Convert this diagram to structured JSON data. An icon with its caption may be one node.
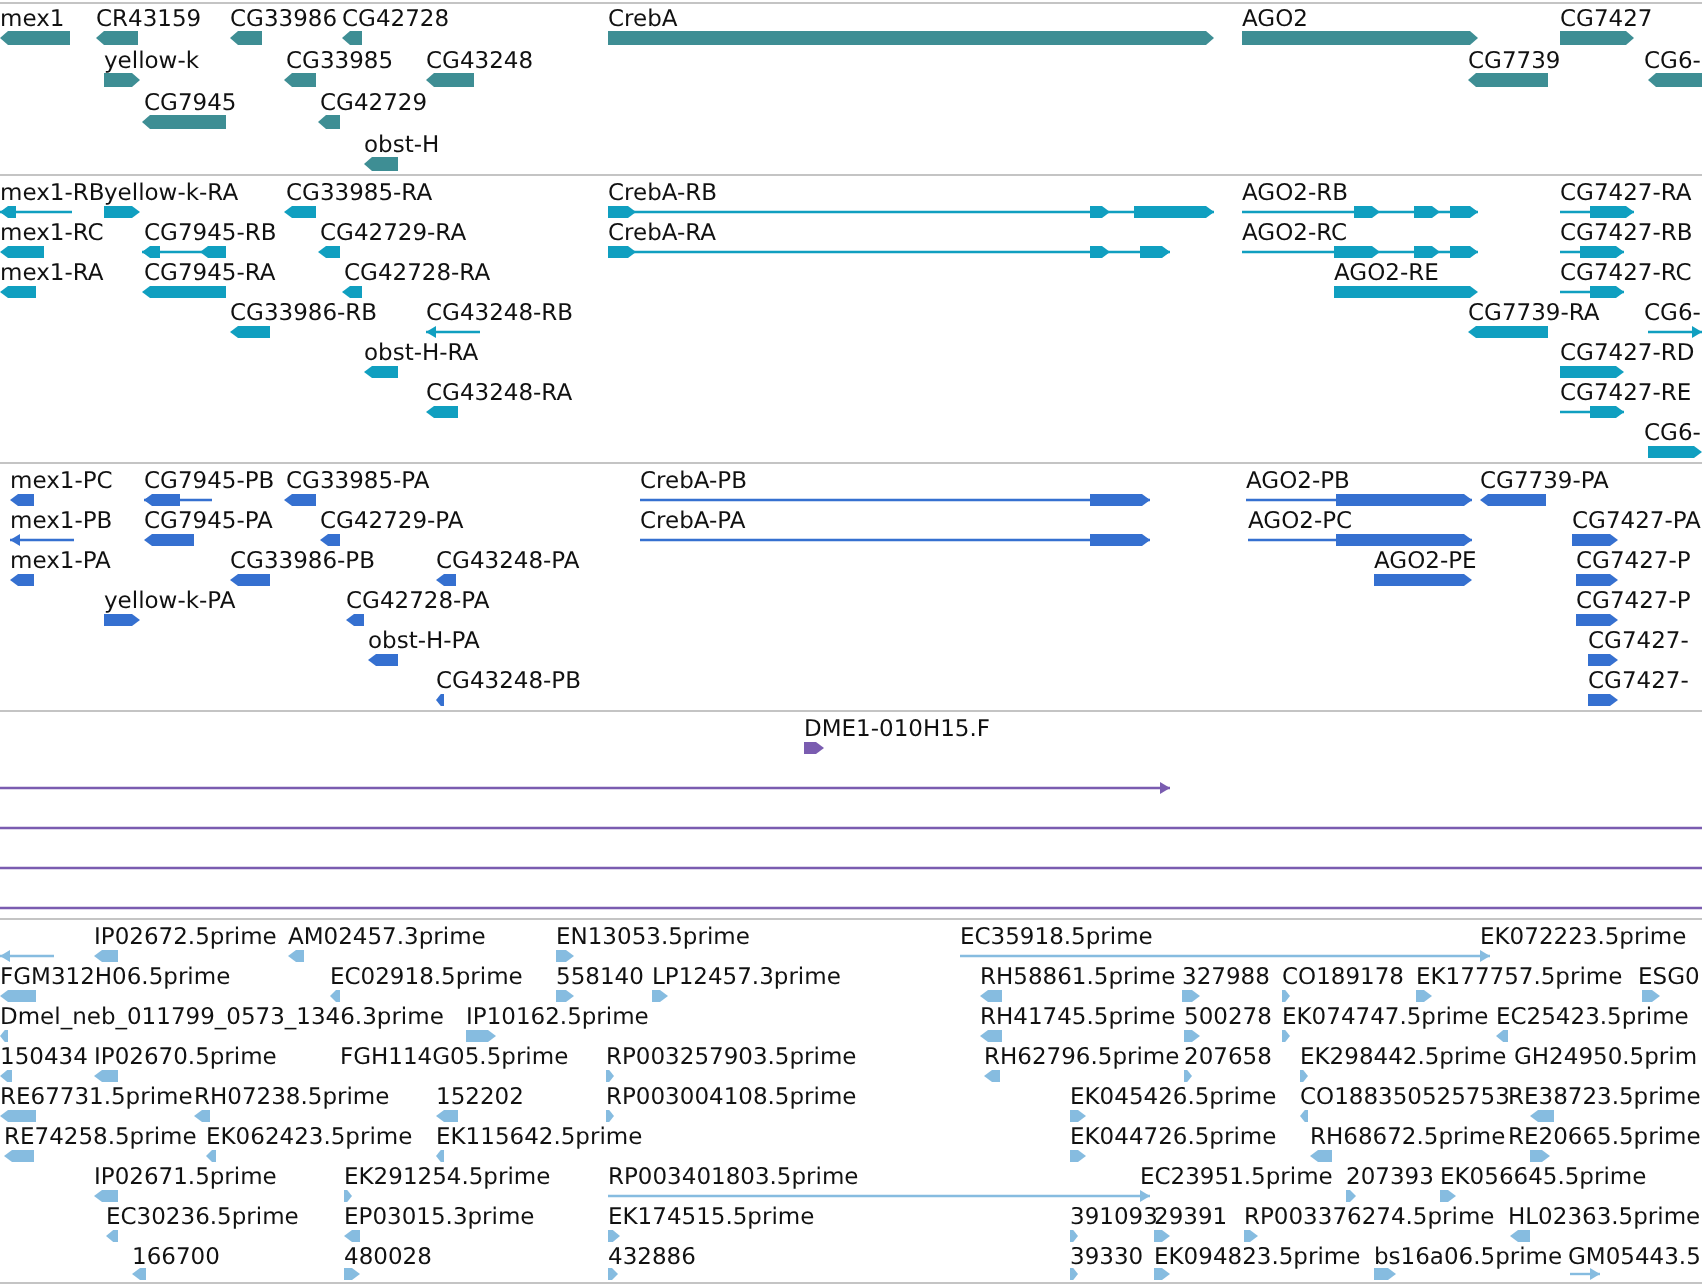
{
  "diagram": {
    "labels": [
      "mex1",
      "CR43159",
      "CG33986",
      "CG42728",
      "CrebA",
      "AGO2",
      "CG7427",
      "yellow-k",
      "CG33985",
      "CG43248",
      "CG7739",
      "CG6-",
      "CG7945",
      "CG42729",
      "obst-H",
      "mex1-RB",
      "yellow-k-RA",
      "CG33985-RA",
      "CrebA-RB",
      "AGO2-RB",
      "CG7427-RA",
      "mex1-RC",
      "CG7945-RB",
      "CG42729-RA",
      "CrebA-RA",
      "AGO2-RC",
      "CG7427-RB",
      "mex1-RA",
      "CG7945-RA",
      "CG42728-RA",
      "AGO2-RE",
      "CG7427-RC",
      "CG33986-RB",
      "CG43248-RB",
      "CG7739-RA",
      "CG6-",
      "obst-H-RA",
      "CG7427-RD",
      "CG43248-RA",
      "CG7427-RE",
      "CG6-",
      "mex1-PC",
      "CG7945-PB",
      "CG33985-PA",
      "CrebA-PB",
      "AGO2-PB",
      "CG7739-PA",
      "mex1-PB",
      "CG7945-PA",
      "CG42729-PA",
      "CrebA-PA",
      "AGO2-PC",
      "CG7427-PA",
      "mex1-PA",
      "CG33986-PB",
      "CG43248-PA",
      "AGO2-PE",
      "CG7427-P",
      "yellow-k-PA",
      "CG42728-PA",
      "CG7427-P",
      "obst-H-PA",
      "CG7427-",
      "CG43248-PB",
      "CG7427-",
      "DME1-010H15.F",
      "IP02672.5prime",
      "AM02457.3prime",
      "EN13053.5prime",
      "EC35918.5prime",
      "EK072223.5prime",
      "FGM312H06.5prime",
      "EC02918.5prime",
      "558140",
      "LP12457.3prime",
      "RH58861.5prime",
      "327988",
      "CO189178",
      "EK177757.5prime",
      "ESG0",
      "Dmel_neb_011799_0573_1346.3prime",
      "IP10162.5prime",
      "RH41745.5prime",
      "500278",
      "EK074747.5prime",
      "EC25423.5prime",
      "150434",
      "IP02670.5prime",
      "FGH114G05.5prime",
      "RP003257903.5prime",
      "RH62796.5prime",
      "207658",
      "EK298442.5prime",
      "GH24950.5prim",
      "RE67731.5prime",
      "RH07238.5prime",
      "152202",
      "RP003004108.5prime",
      "EK045426.5prime",
      "CO188350525753",
      "RE38723.5prime",
      "RE74258.5prime",
      "EK062423.5prime",
      "EK115642.5prime",
      "EK044726.5prime",
      "RH68672.5prime",
      "RE20665.5prime",
      "IP02671.5prime",
      "EK291254.5prime",
      "RP003401803.5prime",
      "EC23951.5prime",
      "207393",
      "EK056645.5prime",
      "EC30236.5prime",
      "EP03015.3prime",
      "EK174515.5prime",
      "391093",
      "29391",
      "RP003376274.5prime",
      "HL02363.5prime",
      "166700",
      "480028",
      "432886",
      "39330",
      "EK094823.5prime",
      "bs16a06.5prime",
      "GM05443.5"
    ]
  }
}
